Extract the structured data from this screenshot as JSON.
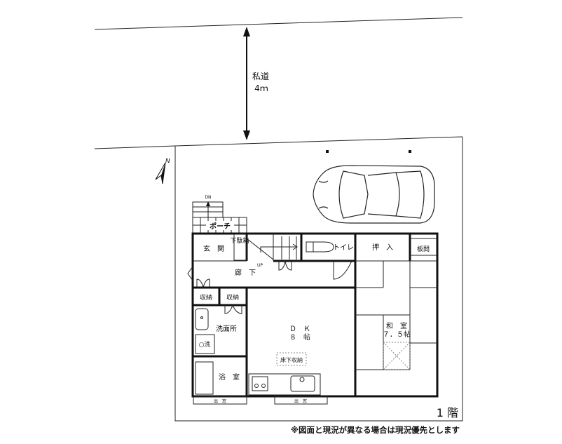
{
  "road": {
    "label": "私道",
    "width": "4ｍ"
  },
  "north": {
    "label": "N"
  },
  "porch": {
    "stairs_label": "DN",
    "label": "ポーチ"
  },
  "rooms": {
    "genkan": "玄　関",
    "getabako": "下駄箱",
    "stairs_up": "UP",
    "toilet": "トイレ",
    "oshiire": "押　入",
    "itama": "板間",
    "hallway": "廊　下",
    "storage1": "収納",
    "storage2": "収納",
    "washroom": "洗面所",
    "washer": "○洗",
    "bath": "浴　室",
    "dk_name": "Ｄ　Ｋ",
    "dk_size": "８　帖",
    "underfloor": "床下収納",
    "washitsu_name": "和　室",
    "washitsu_size": "７．５帖",
    "bay1": "出　窓",
    "bay2": "出　窓"
  },
  "floor_label": "1 階",
  "note": "※図面と現況が異なる場合は現況優先とします"
}
